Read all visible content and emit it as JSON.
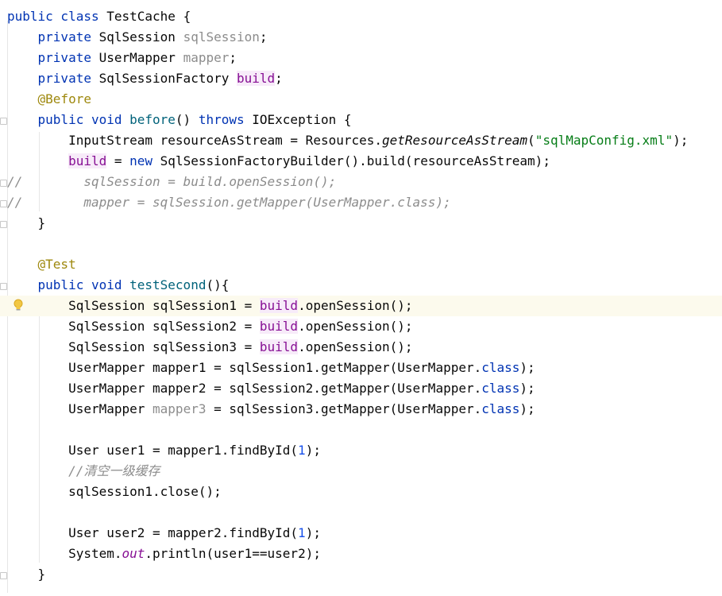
{
  "editor": {
    "language": "java",
    "current_line": 15,
    "lines": [
      {
        "tokens": [
          {
            "t": "public class ",
            "s": "kw"
          },
          {
            "t": "TestCache {"
          }
        ]
      },
      {
        "tokens": [
          {
            "t": "    "
          },
          {
            "t": "private ",
            "s": "kw"
          },
          {
            "t": "SqlSession "
          },
          {
            "t": "sqlSession",
            "s": "unused"
          },
          {
            "t": ";"
          }
        ]
      },
      {
        "tokens": [
          {
            "t": "    "
          },
          {
            "t": "private ",
            "s": "kw"
          },
          {
            "t": "UserMapper "
          },
          {
            "t": "mapper",
            "s": "unused"
          },
          {
            "t": ";"
          }
        ]
      },
      {
        "tokens": [
          {
            "t": "    "
          },
          {
            "t": "private ",
            "s": "kw"
          },
          {
            "t": "SqlSessionFactory "
          },
          {
            "t": "build",
            "s": "field"
          },
          {
            "t": ";"
          }
        ]
      },
      {
        "tokens": [
          {
            "t": "    "
          },
          {
            "t": "@Before",
            "s": "ann"
          }
        ]
      },
      {
        "tokens": [
          {
            "t": "    "
          },
          {
            "t": "public void ",
            "s": "kw"
          },
          {
            "t": "before",
            "s": "fn"
          },
          {
            "t": "() "
          },
          {
            "t": "throws ",
            "s": "kw"
          },
          {
            "t": "IOException {"
          }
        ]
      },
      {
        "tokens": [
          {
            "t": "        InputStream resourceAsStream = Resources."
          },
          {
            "t": "getResourceAsStream",
            "s": "static"
          },
          {
            "t": "("
          },
          {
            "t": "\"sqlMapConfig.xml\"",
            "s": "str"
          },
          {
            "t": ");"
          }
        ]
      },
      {
        "tokens": [
          {
            "t": "        "
          },
          {
            "t": "build",
            "s": "field"
          },
          {
            "t": " = "
          },
          {
            "t": "new ",
            "s": "kw"
          },
          {
            "t": "SqlSessionFactoryBuilder().build(resourceAsStream);"
          }
        ]
      },
      {
        "tokens": [
          {
            "t": "//        sqlSession = build.openSession();",
            "s": "cmt"
          }
        ]
      },
      {
        "tokens": [
          {
            "t": "//        mapper = sqlSession.getMapper(UserMapper.class);",
            "s": "cmt"
          }
        ]
      },
      {
        "tokens": [
          {
            "t": "    }"
          }
        ]
      },
      {
        "tokens": []
      },
      {
        "tokens": [
          {
            "t": "    "
          },
          {
            "t": "@Test",
            "s": "ann"
          }
        ]
      },
      {
        "tokens": [
          {
            "t": "    "
          },
          {
            "t": "public void ",
            "s": "kw"
          },
          {
            "t": "testSecond",
            "s": "fn"
          },
          {
            "t": "(){"
          }
        ]
      },
      {
        "tokens": [
          {
            "t": "        SqlSession sqlSession1 = "
          },
          {
            "t": "build",
            "s": "field"
          },
          {
            "t": ".openSession();"
          }
        ]
      },
      {
        "tokens": [
          {
            "t": "        SqlSession sqlSession2 = "
          },
          {
            "t": "build",
            "s": "field"
          },
          {
            "t": ".openSession();"
          }
        ]
      },
      {
        "tokens": [
          {
            "t": "        SqlSession sqlSession3 = "
          },
          {
            "t": "build",
            "s": "field"
          },
          {
            "t": ".openSession();"
          }
        ]
      },
      {
        "tokens": [
          {
            "t": "        UserMapper mapper1 = sqlSession1.getMapper(UserMapper."
          },
          {
            "t": "class",
            "s": "kw"
          },
          {
            "t": ");"
          }
        ]
      },
      {
        "tokens": [
          {
            "t": "        UserMapper mapper2 = sqlSession2.getMapper(UserMapper."
          },
          {
            "t": "class",
            "s": "kw"
          },
          {
            "t": ");"
          }
        ]
      },
      {
        "tokens": [
          {
            "t": "        UserMapper "
          },
          {
            "t": "mapper3",
            "s": "unused"
          },
          {
            "t": " = sqlSession3.getMapper(UserMapper."
          },
          {
            "t": "class",
            "s": "kw"
          },
          {
            "t": ");"
          }
        ]
      },
      {
        "tokens": []
      },
      {
        "tokens": [
          {
            "t": "        User user1 = mapper1.findById("
          },
          {
            "t": "1",
            "s": "num"
          },
          {
            "t": ");"
          }
        ]
      },
      {
        "tokens": [
          {
            "t": "        "
          },
          {
            "t": "//清空一级缓存",
            "s": "cmt"
          }
        ]
      },
      {
        "tokens": [
          {
            "t": "        sqlSession1.close();"
          }
        ]
      },
      {
        "tokens": []
      },
      {
        "tokens": [
          {
            "t": "        User user2 = mapper2.findById("
          },
          {
            "t": "1",
            "s": "num"
          },
          {
            "t": ");"
          }
        ]
      },
      {
        "tokens": [
          {
            "t": "        System."
          },
          {
            "t": "out",
            "s": "sfield"
          },
          {
            "t": ".println(user1==user2);"
          }
        ]
      },
      {
        "tokens": [
          {
            "t": "    }"
          }
        ]
      }
    ]
  },
  "gutter": {
    "intention_icon": "lightbulb-icon",
    "fold_icon": "fold-marker-icon"
  },
  "colors": {
    "keyword": "#0033b3",
    "field": "#871094",
    "unused": "#8c8c8c",
    "annotation": "#9e880d",
    "method_declaration": "#00627a",
    "string": "#067d17",
    "number": "#1750eb",
    "comment": "#8c8c8c",
    "current_line": "#fcfaed"
  }
}
